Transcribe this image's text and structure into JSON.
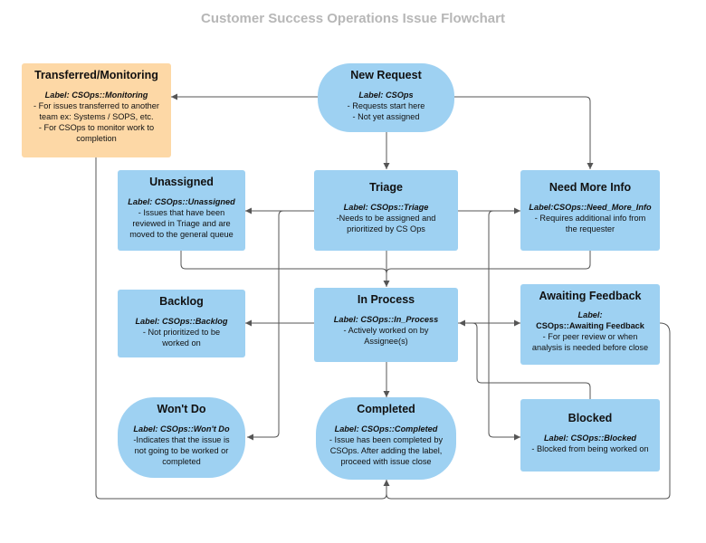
{
  "title": "Customer Success Operations Issue Flowchart",
  "colors": {
    "node_blue": "#9ed1f2",
    "node_orange": "#fdd8a6",
    "edge": "#555555",
    "title": "#b7b7b7"
  },
  "nodes": {
    "transferred": {
      "title": "Transferred/Monitoring",
      "label": "Label: CSOps::Monitoring",
      "lines": [
        "- For issues transferred to another",
        "team ex: Systems / SOPS, etc.",
        "- For CSOps to monitor work to",
        "completion"
      ]
    },
    "new_request": {
      "title": "New Request",
      "label": "Label: CSOps",
      "lines": [
        "-  Requests start here",
        "- Not yet assigned"
      ]
    },
    "unassigned": {
      "title": "Unassigned",
      "label": "Label: CSOps::Unassigned",
      "lines": [
        "- Issues that have been",
        "reviewed in Triage and are",
        "moved to the general queue"
      ]
    },
    "triage": {
      "title": "Triage",
      "label": "Label: CSOps::Triage",
      "lines": [
        "-Needs to be assigned and",
        "prioritized by CS Ops"
      ]
    },
    "need_more_info": {
      "title": "Need More Info",
      "label": "Label:CSOps::Need_More_Info",
      "lines": [
        "- Requires additional info from",
        "the requester"
      ]
    },
    "backlog": {
      "title": "Backlog",
      "label": "Label: CSOps::Backlog",
      "lines": [
        "- Not prioritized to be",
        "worked on"
      ]
    },
    "in_process": {
      "title": "In Process",
      "label": "Label: CSOps::In_Process",
      "lines": [
        "- Actively worked on by",
        "Assignee(s)"
      ]
    },
    "awaiting_feedback": {
      "title": "Awaiting Feedback",
      "label": "Label:",
      "label2": "CSOps::Awaiting Feedback",
      "lines": [
        "- For peer review or when",
        "analysis is needed before close"
      ]
    },
    "wont_do": {
      "title": "Won't Do",
      "label": "Label: CSOps::Won't Do",
      "lines": [
        "-Indicates that the issue is",
        "not going to be worked or",
        "completed"
      ]
    },
    "completed": {
      "title": "Completed",
      "label": "Label: CSOps::Completed",
      "lines": [
        "- Issue has been completed by",
        "CSOps. After adding the label,",
        "proceed with issue close"
      ]
    },
    "blocked": {
      "title": "Blocked",
      "label": "Label: CSOps::Blocked",
      "lines": [
        "- Blocked from being worked on"
      ]
    }
  }
}
